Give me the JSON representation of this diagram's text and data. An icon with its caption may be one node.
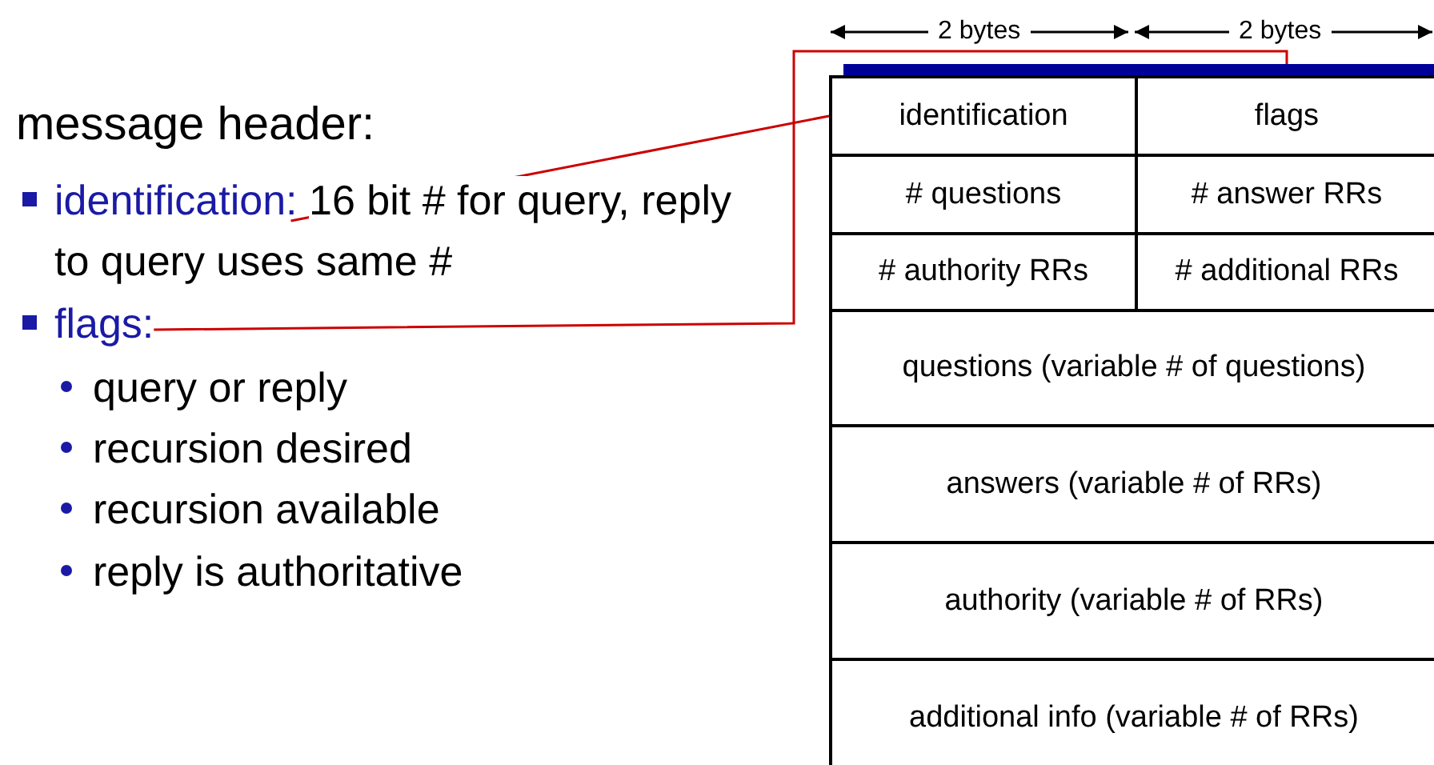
{
  "diagram": {
    "nodes": [
      {
        "text": [
          "identification:",
          "16 bit # for query, reply to query uses same #"
        ]
      },
      {
        "text": [
          "flags:"
        ]
      },
      {
        "text": [
          "identification"
        ]
      },
      {
        "text": [
          "flags"
        ]
      },
      {
        "text": [
          "# questions"
        ]
      },
      {
        "text": [
          "# answer RRs"
        ]
      },
      {
        "text": [
          "# authority RRs"
        ]
      },
      {
        "text": [
          "# additional RRs"
        ]
      },
      {
        "text": [
          "questions (variable # of questions)"
        ]
      },
      {
        "text": [
          "answers (variable # of RRs)"
        ]
      },
      {
        "text": [
          "authority (variable # of RRs)"
        ]
      },
      {
        "text": [
          "additional info (variable # of RRs)"
        ]
      }
    ],
    "edges": [
      {
        "from": 0,
        "to": 2,
        "arrow": "none",
        "color": "#cc0000"
      },
      {
        "from": 1,
        "to": 3,
        "arrow": "none",
        "color": "#cc0000"
      }
    ],
    "labels": [
      "2 bytes",
      "2 bytes",
      "message header:",
      "query or reply",
      "recursion desired",
      "recursion available",
      "reply is authoritative"
    ]
  }
}
